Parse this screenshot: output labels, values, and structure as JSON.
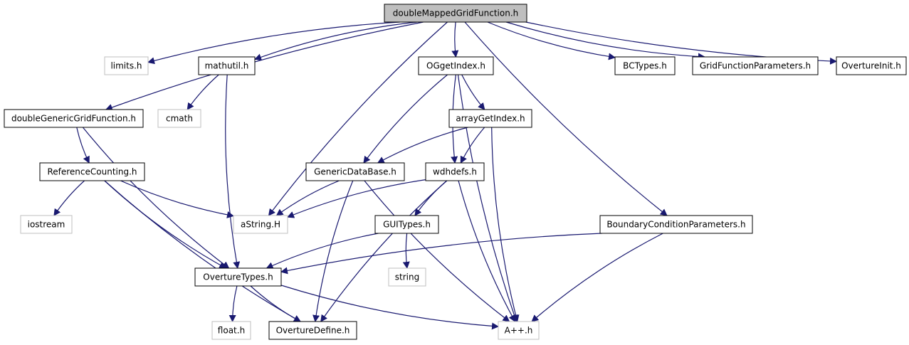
{
  "colors": {
    "edge": "#191970",
    "root_fill": "#bfbfbf",
    "border_dark": "#000000",
    "border_light": "#bfbfbf"
  },
  "nodes": [
    {
      "id": "n0",
      "name": "node-doublemappedgridfunction",
      "label": "doubleMappedGridFunction.h",
      "style": "root"
    },
    {
      "id": "n1",
      "name": "node-limits",
      "label": "limits.h",
      "style": "light"
    },
    {
      "id": "n2",
      "name": "node-mathutil",
      "label": "mathutil.h",
      "style": "dark"
    },
    {
      "id": "n3",
      "name": "node-oggetindex",
      "label": "OGgetIndex.h",
      "style": "dark"
    },
    {
      "id": "n4",
      "name": "node-bctypes",
      "label": "BCTypes.h",
      "style": "dark"
    },
    {
      "id": "n5",
      "name": "node-gridfunctionparameters",
      "label": "GridFunctionParameters.h",
      "style": "dark"
    },
    {
      "id": "n6",
      "name": "node-overtureinit",
      "label": "OvertureInit.h",
      "style": "dark"
    },
    {
      "id": "n7",
      "name": "node-cmath",
      "label": "cmath",
      "style": "light"
    },
    {
      "id": "n8",
      "name": "node-doublegenericgridfunction",
      "label": "doubleGenericGridFunction.h",
      "style": "dark"
    },
    {
      "id": "n9",
      "name": "node-arraygetindex",
      "label": "arrayGetIndex.h",
      "style": "dark"
    },
    {
      "id": "n10",
      "name": "node-referencecounting",
      "label": "ReferenceCounting.h",
      "style": "dark"
    },
    {
      "id": "n11",
      "name": "node-genericdatabase",
      "label": "GenericDataBase.h",
      "style": "dark"
    },
    {
      "id": "n12",
      "name": "node-wdhdefs",
      "label": "wdhdefs.h",
      "style": "dark"
    },
    {
      "id": "n13",
      "name": "node-iostream",
      "label": "iostream",
      "style": "light"
    },
    {
      "id": "n14",
      "name": "node-astring",
      "label": "aString.H",
      "style": "light"
    },
    {
      "id": "n15",
      "name": "node-guitypes",
      "label": "GUITypes.h",
      "style": "dark"
    },
    {
      "id": "n16",
      "name": "node-boundaryconditionparameters",
      "label": "BoundaryConditionParameters.h",
      "style": "dark"
    },
    {
      "id": "n17",
      "name": "node-string",
      "label": "string",
      "style": "light"
    },
    {
      "id": "n18",
      "name": "node-overturetypes",
      "label": "OvertureTypes.h",
      "style": "dark"
    },
    {
      "id": "n19",
      "name": "node-float",
      "label": "float.h",
      "style": "light"
    },
    {
      "id": "n20",
      "name": "node-overturedefine",
      "label": "OvertureDefine.h",
      "style": "dark"
    },
    {
      "id": "n21",
      "name": "node-aplusplus",
      "label": "A++.h",
      "style": "light"
    }
  ],
  "edges": [
    [
      "n0",
      "n1"
    ],
    [
      "n0",
      "n2"
    ],
    [
      "n0",
      "n3"
    ],
    [
      "n0",
      "n4"
    ],
    [
      "n0",
      "n5"
    ],
    [
      "n0",
      "n6"
    ],
    [
      "n0",
      "n8"
    ],
    [
      "n0",
      "n14"
    ],
    [
      "n0",
      "n16"
    ],
    [
      "n2",
      "n7"
    ],
    [
      "n2",
      "n18"
    ],
    [
      "n3",
      "n9"
    ],
    [
      "n3",
      "n11"
    ],
    [
      "n3",
      "n12"
    ],
    [
      "n3",
      "n21"
    ],
    [
      "n8",
      "n10"
    ],
    [
      "n8",
      "n18"
    ],
    [
      "n9",
      "n11"
    ],
    [
      "n9",
      "n12"
    ],
    [
      "n9",
      "n21"
    ],
    [
      "n10",
      "n13"
    ],
    [
      "n10",
      "n14"
    ],
    [
      "n10",
      "n18"
    ],
    [
      "n10",
      "n20"
    ],
    [
      "n11",
      "n14"
    ],
    [
      "n11",
      "n20"
    ],
    [
      "n11",
      "n21"
    ],
    [
      "n12",
      "n14"
    ],
    [
      "n12",
      "n15"
    ],
    [
      "n12",
      "n20"
    ],
    [
      "n12",
      "n21"
    ],
    [
      "n15",
      "n17"
    ],
    [
      "n15",
      "n18"
    ],
    [
      "n16",
      "n18"
    ],
    [
      "n16",
      "n21"
    ],
    [
      "n18",
      "n19"
    ],
    [
      "n18",
      "n20"
    ],
    [
      "n18",
      "n21"
    ]
  ]
}
